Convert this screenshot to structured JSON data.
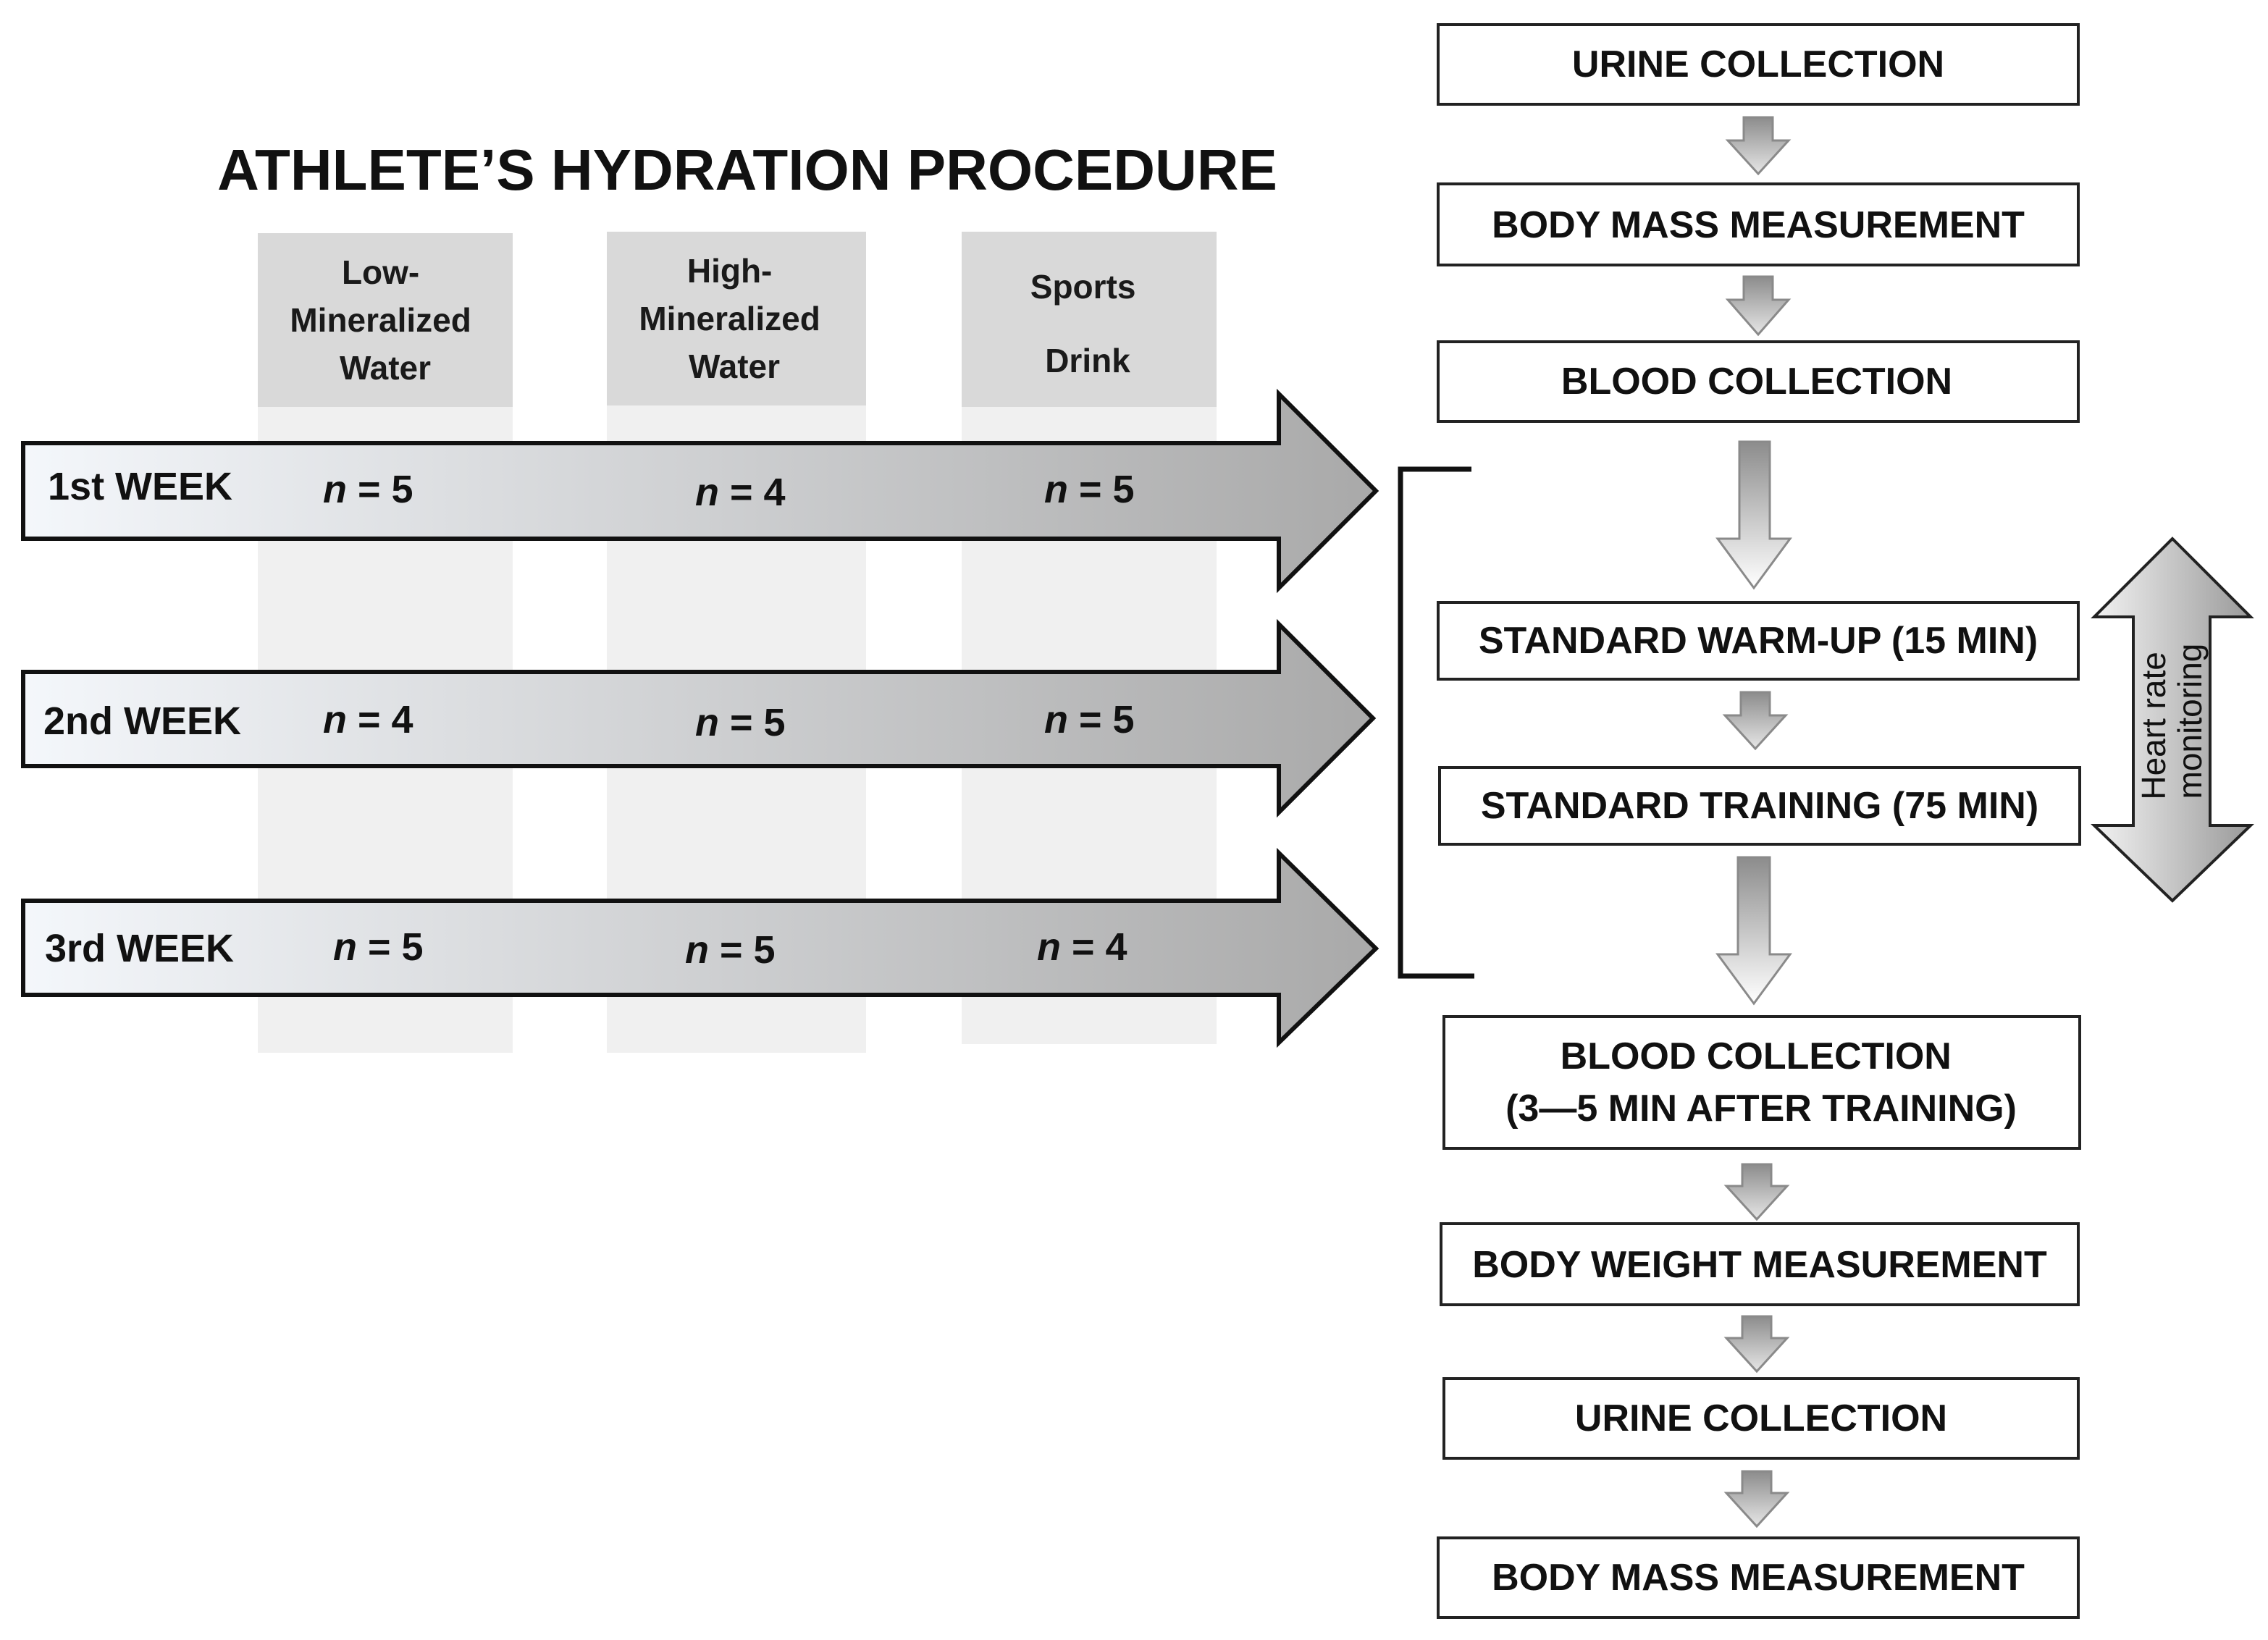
{
  "procedure": {
    "title": "ATHLETE’S HYDRATION PROCEDURE",
    "columns": [
      {
        "lines": [
          "Low-",
          "Mineralized",
          "Water"
        ]
      },
      {
        "lines": [
          "High-",
          "Mineralized",
          "Water"
        ]
      },
      {
        "lines": [
          "Sports",
          "Drink"
        ]
      }
    ],
    "weeks": [
      {
        "label": "1st WEEK",
        "counts": [
          "5",
          "4",
          "5"
        ]
      },
      {
        "label": "2nd WEEK",
        "counts": [
          "4",
          "5",
          "5"
        ]
      },
      {
        "label": "3rd WEEK",
        "counts": [
          "5",
          "5",
          "4"
        ]
      }
    ],
    "n_symbol": "n",
    "equals": " = "
  },
  "flow": {
    "steps": [
      {
        "lines": [
          "URINE COLLECTION"
        ]
      },
      {
        "lines": [
          "BODY MASS MEASUREMENT"
        ]
      },
      {
        "lines": [
          "BLOOD COLLECTION"
        ]
      },
      {
        "lines": [
          "STANDARD WARM-UP (15 MIN)"
        ]
      },
      {
        "lines": [
          "STANDARD TRAINING (75 MIN)"
        ]
      },
      {
        "lines": [
          "BLOOD COLLECTION",
          "(3—5 MIN AFTER TRAINING)"
        ]
      },
      {
        "lines": [
          "BODY WEIGHT MEASUREMENT"
        ]
      },
      {
        "lines": [
          "URINE COLLECTION"
        ]
      },
      {
        "lines": [
          "BODY MASS MEASUREMENT"
        ]
      }
    ],
    "heart_rate_label": [
      "Heart rate",
      "monitoring"
    ]
  },
  "colors": {
    "arrow_light": "#f4f7fb",
    "arrow_dark": "#a9a9a9",
    "column_header": "#d9d9d9",
    "column_background": "#f0f0f0"
  }
}
